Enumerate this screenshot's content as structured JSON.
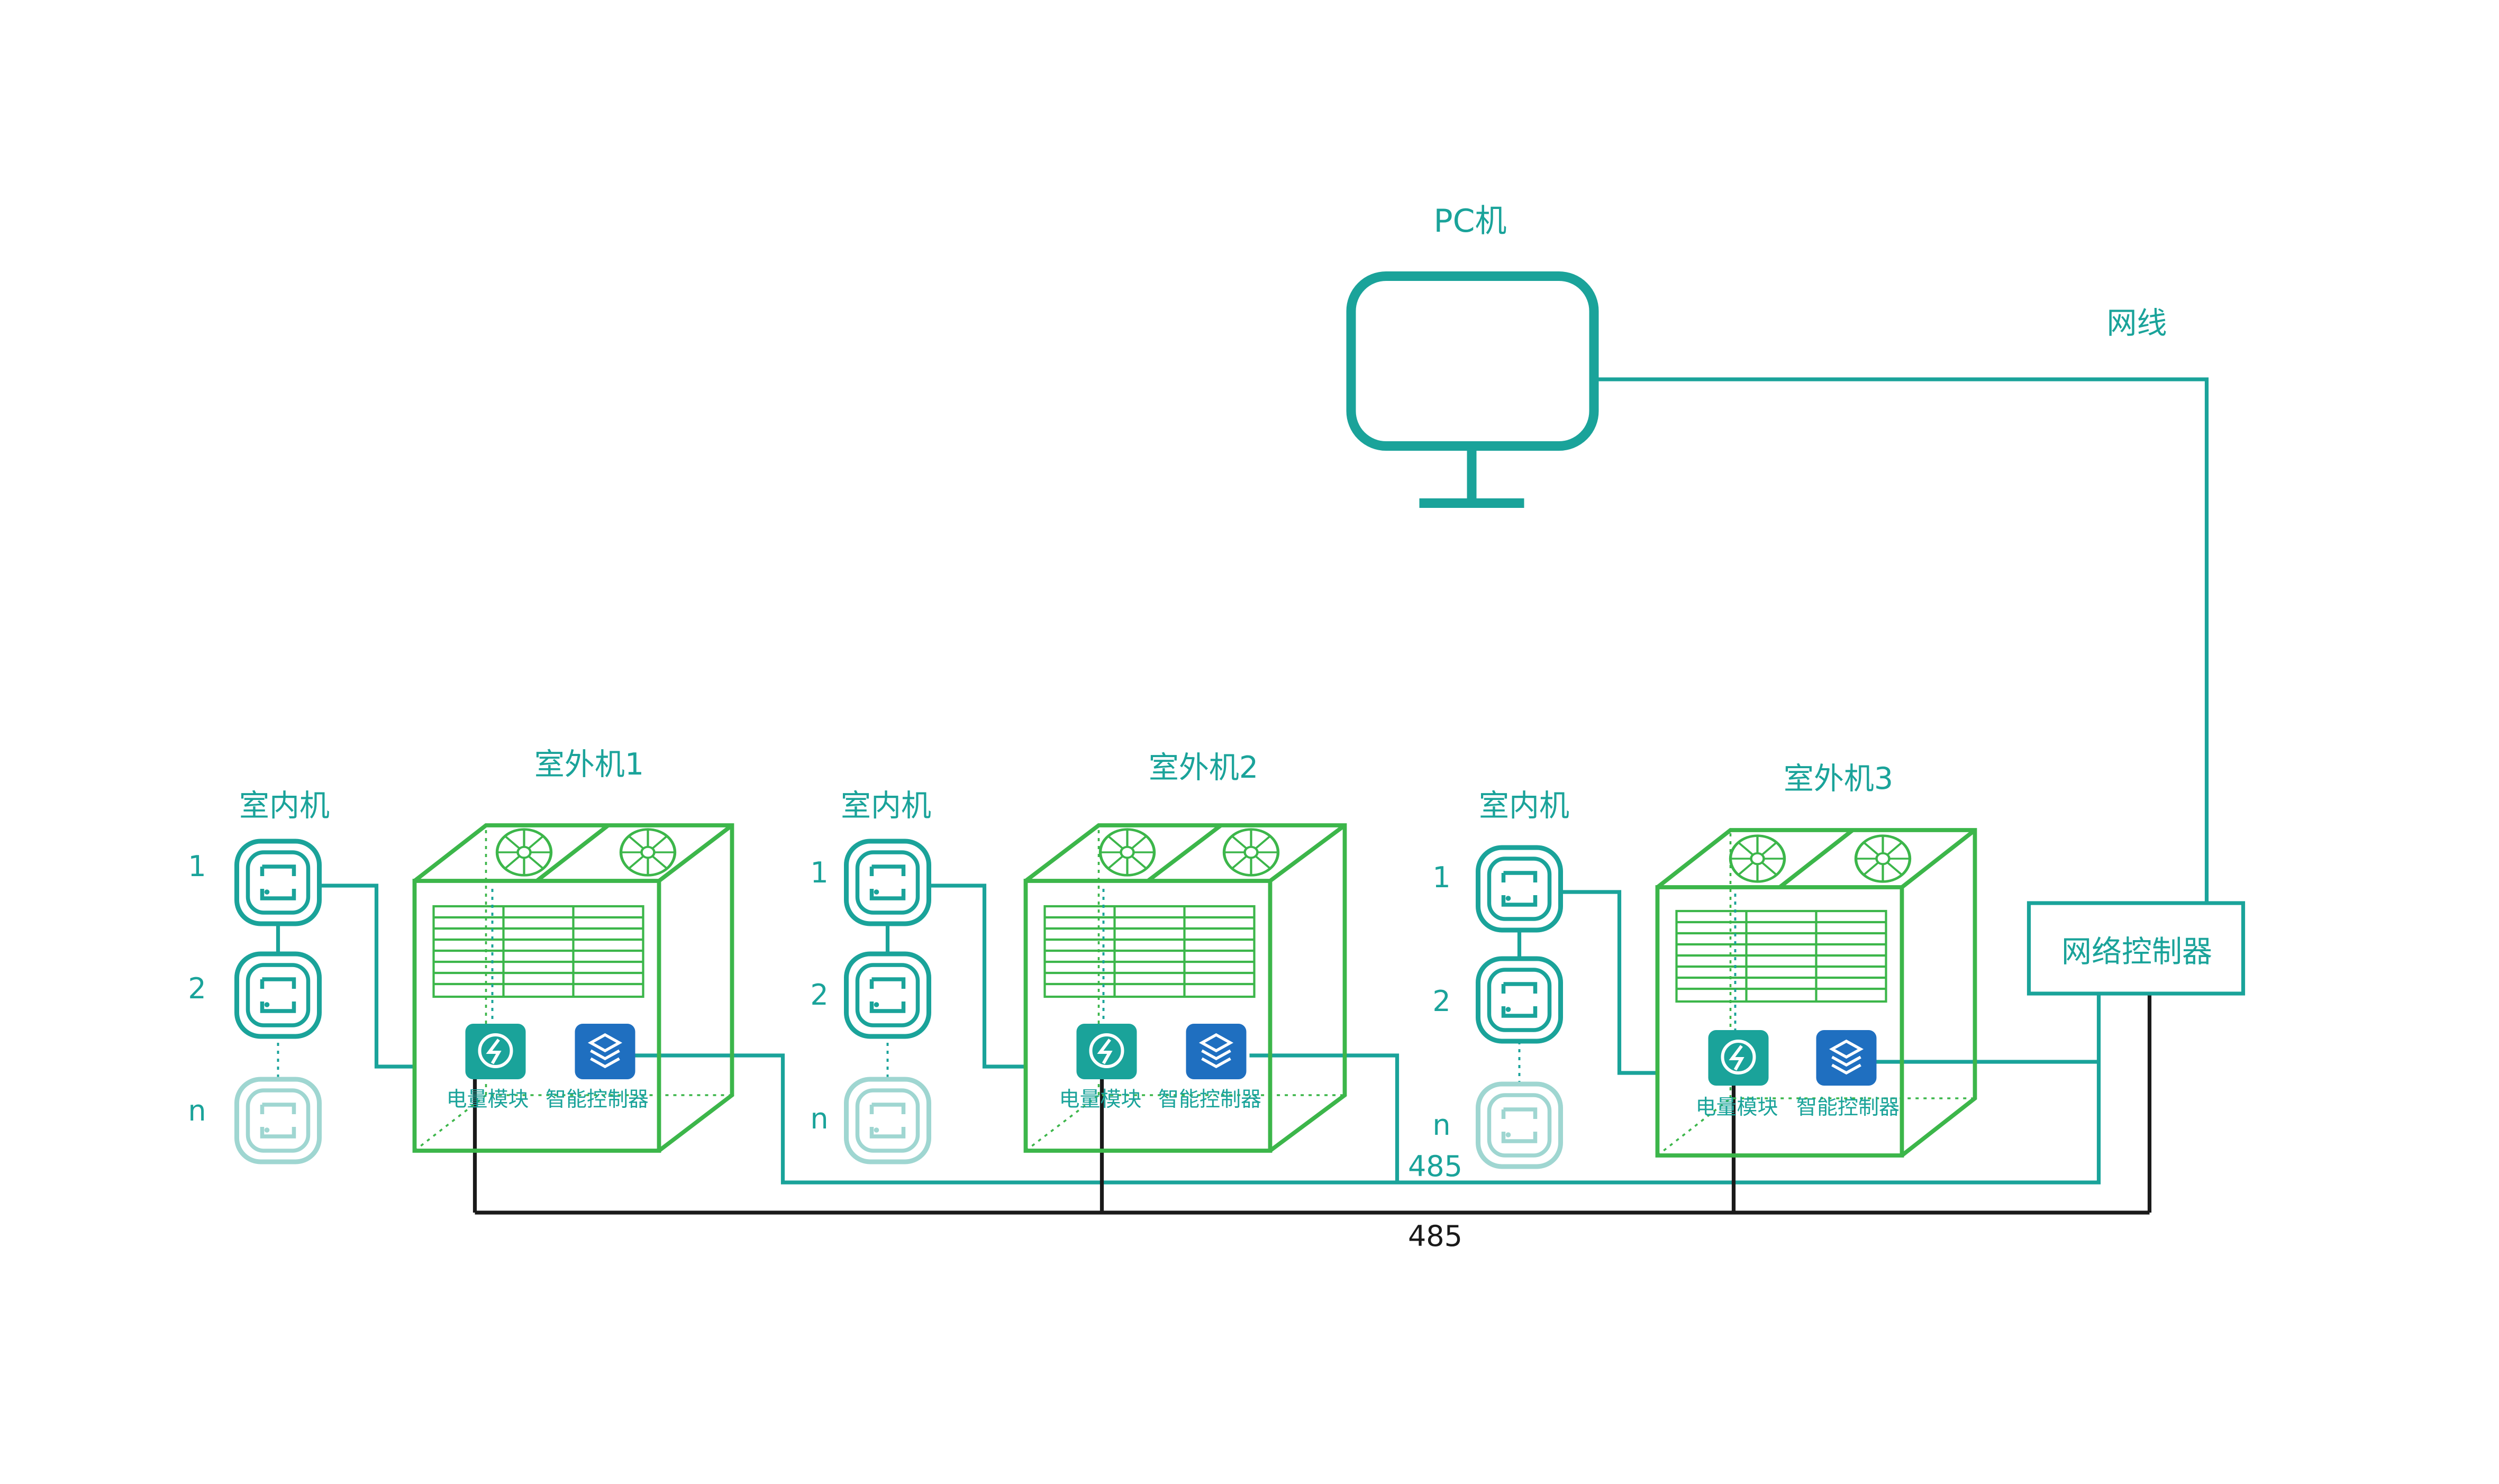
{
  "colors": {
    "teal": "#1aa39a",
    "teal_light": "#9fd6d1",
    "green": "#3cb64a",
    "black": "#1a1a1a",
    "blue": "#1f6fc0",
    "white": "#ffffff"
  },
  "pc": {
    "label": "PC机"
  },
  "network_cable": {
    "label": "网线"
  },
  "network_controller": {
    "label": "网络控制器"
  },
  "bus_labels": {
    "teal": "485",
    "black": "485"
  },
  "indoor_label": "室内机",
  "indoor_numbers": [
    "1",
    "2",
    "n"
  ],
  "module_labels": {
    "power": "电量模块",
    "smart": "智能控制器"
  },
  "outdoor_units": [
    {
      "label": "室外机1"
    },
    {
      "label": "室外机2"
    },
    {
      "label": "室外机3"
    }
  ],
  "icons": {
    "pc": "monitor-icon",
    "indoor": "indoor-unit-icon",
    "power_module": "lightning-icon",
    "smart_controller": "layers-icon",
    "fan": "fan-icon"
  }
}
